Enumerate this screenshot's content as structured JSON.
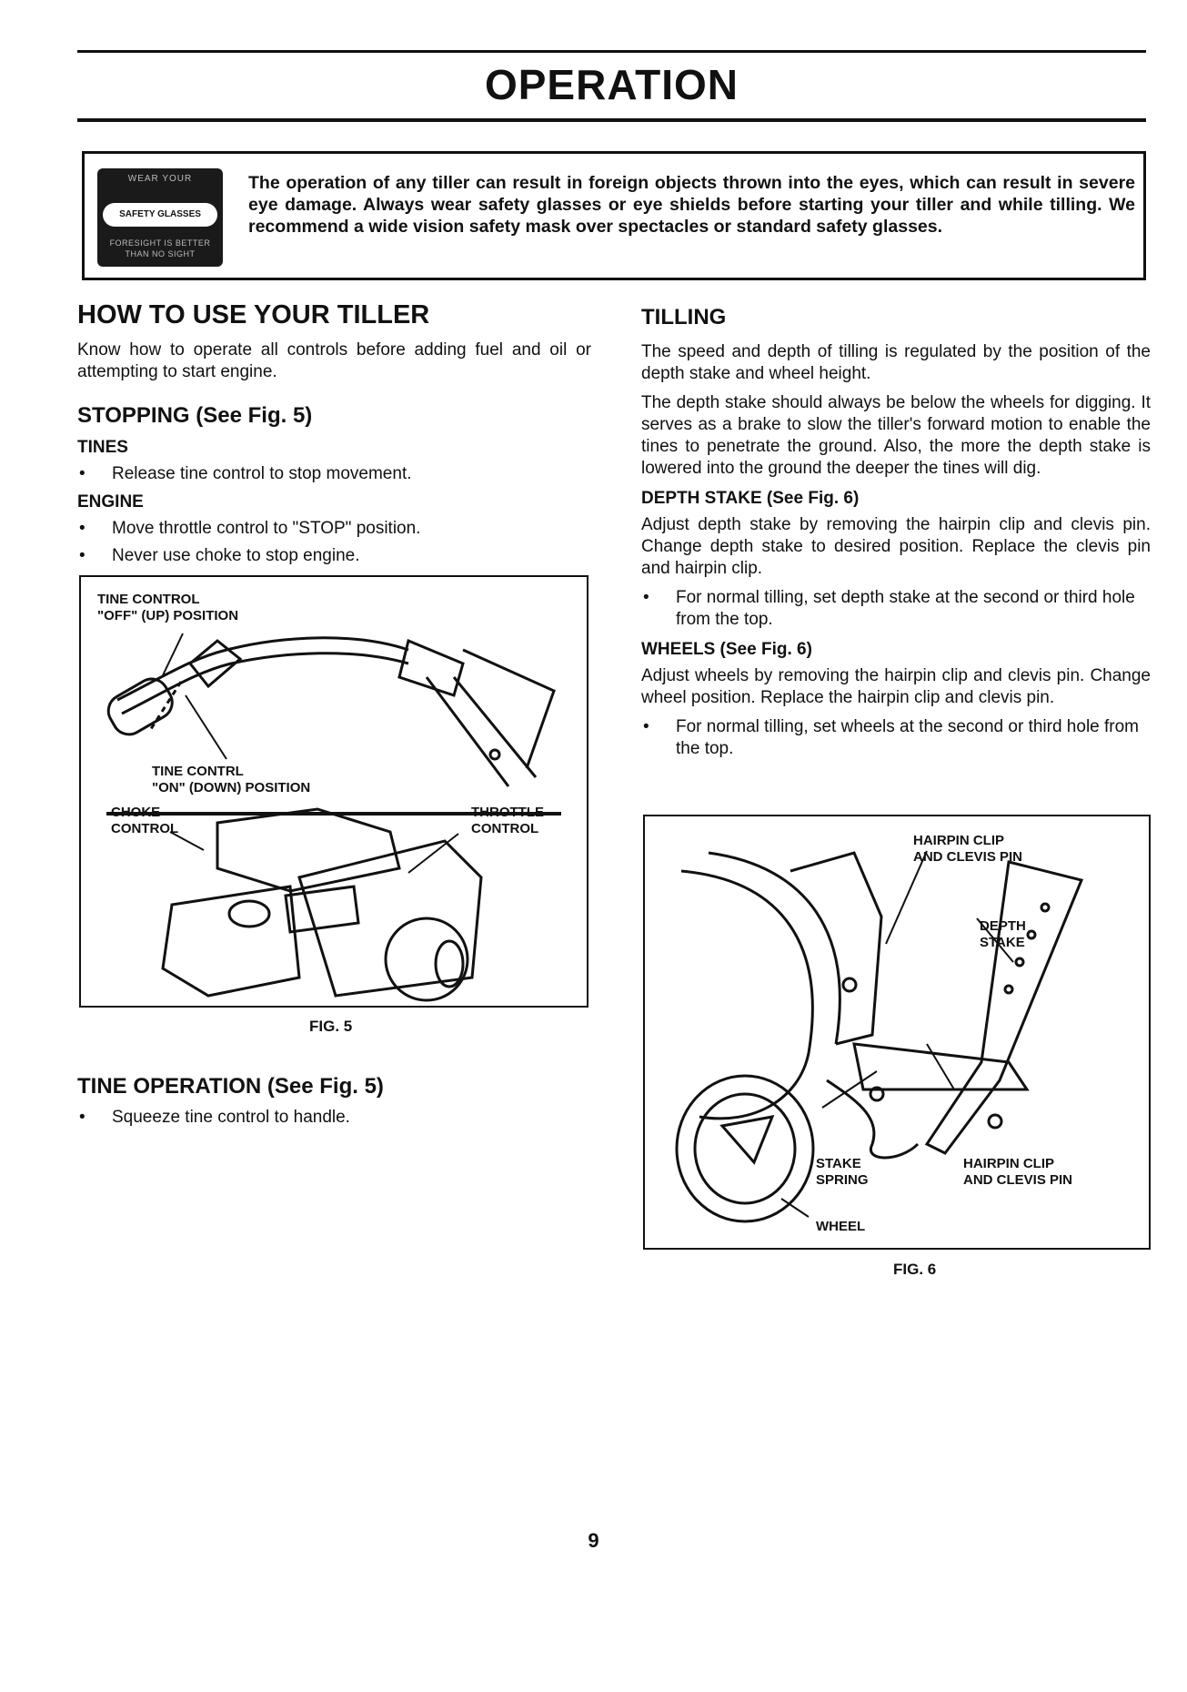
{
  "page_title": "OPERATION",
  "warning": {
    "badge_top": "WEAR YOUR",
    "badge_mid": "SAFETY GLASSES",
    "badge_bottom": "FORESIGHT IS BETTER THAN NO SIGHT",
    "text": "The operation of any tiller can result in foreign objects thrown into the eyes, which can result in severe eye damage. Always wear safety glasses or eye shields before starting your tiller and while tilling. We recommend a wide vision safety mask over spectacles or standard safety glasses."
  },
  "left": {
    "heading": "HOW TO USE YOUR TILLER",
    "intro": "Know how to operate all controls before adding fuel and oil or attempting to start engine.",
    "stopping_heading": "STOPPING (See Fig. 5)",
    "tines_heading": "TINES",
    "tines_items": [
      "Release tine control to stop movement."
    ],
    "engine_heading": "ENGINE",
    "engine_items": [
      "Move throttle control to \"STOP\" position.",
      "Never use choke to stop engine."
    ],
    "fig5_labels": {
      "off_line1": "TINE CONTROL",
      "off_line2": "\"OFF\" (UP) POSITION",
      "on_line1": "TINE CONTRL",
      "on_line2": "\"ON\" (DOWN) POSITION",
      "choke_line1": "CHOKE",
      "choke_line2": "CONTROL",
      "throttle_line1": "THROTTLE",
      "throttle_line2": "CONTROL"
    },
    "fig5_caption": "FIG. 5",
    "tine_op_heading": "TINE OPERATION (See Fig. 5)",
    "tine_op_items": [
      "Squeeze tine control to handle."
    ]
  },
  "right": {
    "heading": "TILLING",
    "p1": "The speed and depth of tilling is regulated by the position of the depth stake and wheel height.",
    "p2": "The depth stake should always be below the wheels for digging. It serves as a brake to slow the tiller's forward motion to enable the tines to penetrate the ground. Also, the more the depth stake is lowered into the ground the deeper the tines will dig.",
    "depth_heading": "DEPTH STAKE (See Fig. 6)",
    "depth_p": "Adjust depth stake by removing the hairpin clip and clevis pin. Change depth stake to desired position. Replace the clevis pin and hairpin clip.",
    "depth_items": [
      "For normal tilling, set depth stake at the second or third hole from the top."
    ],
    "wheels_heading": "WHEELS (See Fig. 6)",
    "wheels_p": "Adjust wheels by removing the hairpin clip and clevis pin. Change wheel position. Replace the hairpin clip and clevis pin.",
    "wheels_items": [
      "For normal tilling, set wheels at the second or third hole from the top."
    ],
    "fig6_labels": {
      "hairpin_top_line1": "HAIRPIN CLIP",
      "hairpin_top_line2": "AND CLEVIS PIN",
      "depth_line1": "DEPTH",
      "depth_line2": "STAKE",
      "stake_line1": "STAKE",
      "stake_line2": "SPRING",
      "hairpin_bot_line1": "HAIRPIN CLIP",
      "hairpin_bot_line2": "AND CLEVIS PIN",
      "wheel": "WHEEL"
    },
    "fig6_caption": "FIG. 6"
  },
  "page_number": "9"
}
